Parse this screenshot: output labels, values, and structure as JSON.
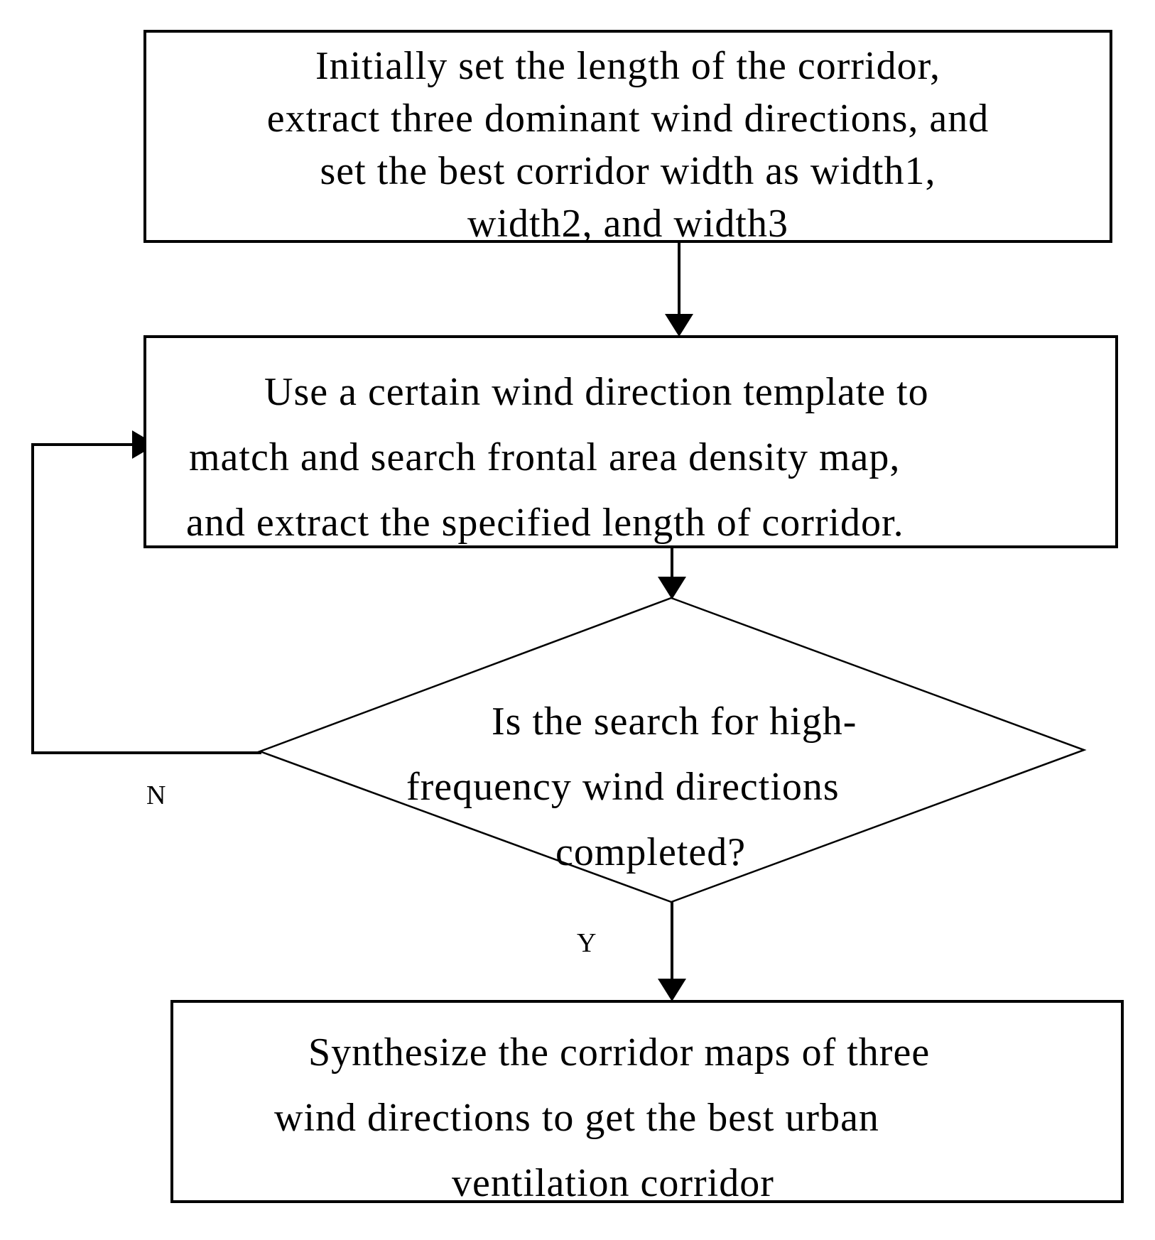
{
  "flowchart": {
    "step1": {
      "lines": [
        "Initially set the length of the corridor,",
        "extract three dominant wind directions, and",
        "set the best corridor width as width1,",
        "width2, and width3"
      ]
    },
    "step2": {
      "lines": [
        "Use a certain wind direction template to",
        "match and search frontal area density map,",
        "and extract the specified length of corridor."
      ]
    },
    "decision": {
      "lines": [
        "Is the search for high-",
        "frequency wind directions",
        "completed?"
      ],
      "no_label": "N",
      "yes_label": "Y"
    },
    "step3": {
      "lines": [
        "Synthesize the corridor maps of three",
        "wind directions to get the best urban",
        "ventilation corridor"
      ]
    }
  }
}
